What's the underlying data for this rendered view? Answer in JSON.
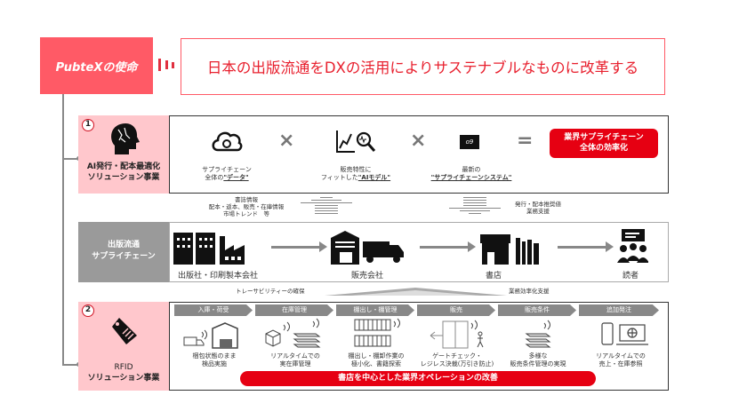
{
  "mission": {
    "label": "PubteXの使命",
    "statement": "日本の出版流通をDXの活用によりサステナブルなものに改革する"
  },
  "section1": {
    "number": "1",
    "title_line1": "AI発行・配本最適化",
    "title_line2": "ソリューション事業",
    "items": [
      {
        "line1": "サプライチェーン",
        "line2_prefix": "全体の",
        "line2_em": "\"データ\""
      },
      {
        "line1": "販売特性に",
        "line2_prefix": "フィットした",
        "line2_em": "\"AIモデル\""
      },
      {
        "line1": "最新の",
        "line2_prefix": "",
        "line2_em": "\"サプライチェーンシステム\""
      }
    ],
    "logo": "o9",
    "times": "×",
    "equals": "=",
    "result_line1": "業界サプライチェーン",
    "result_line2": "全体の効率化"
  },
  "flow1": {
    "up_line1": "書誌情報",
    "up_line2": "配本・返本、販売・在庫情報",
    "up_line3": "市場トレンド　等",
    "down_line1": "発行・配本推奨値",
    "down_line2": "業務支援"
  },
  "supply_chain": {
    "title_line1": "出版流通",
    "title_line2": "サプライチェーン",
    "nodes": [
      "出版社・印刷製本会社",
      "販売会社",
      "書店",
      "読者"
    ]
  },
  "flow2": {
    "left": "トレーサビリティーの確保",
    "right": "業務効率化支援"
  },
  "section2": {
    "number": "2",
    "title_line1": "RFID",
    "title_line2": "ソリューション事業",
    "steps": [
      {
        "label": "入庫・荷受",
        "line1": "梱包状態のまま",
        "line2": "検品実施"
      },
      {
        "label": "在庫管理",
        "line1": "リアルタイムでの",
        "line2": "実在庫管理"
      },
      {
        "label": "棚出し・棚管理",
        "line1": "棚出し・棚卸作業の",
        "line2": "極小化、書籍探索"
      },
      {
        "label": "販売",
        "line1": "ゲートチェック・",
        "line2": "レジレス決裁(万引き防止)"
      },
      {
        "label": "販売条件",
        "line1": "多様な",
        "line2": "販売条件管理の実現"
      },
      {
        "label": "追加発注",
        "line1": "リアルタイムでの",
        "line2": "売上・在庫参照"
      }
    ],
    "banner": "書店を中心とした業界オペレーションの改善"
  },
  "colors": {
    "mission_red": "#ff5a66",
    "accent_red": "#e60012",
    "pink": "#ffc7cc",
    "gray": "#9a9a9a"
  }
}
